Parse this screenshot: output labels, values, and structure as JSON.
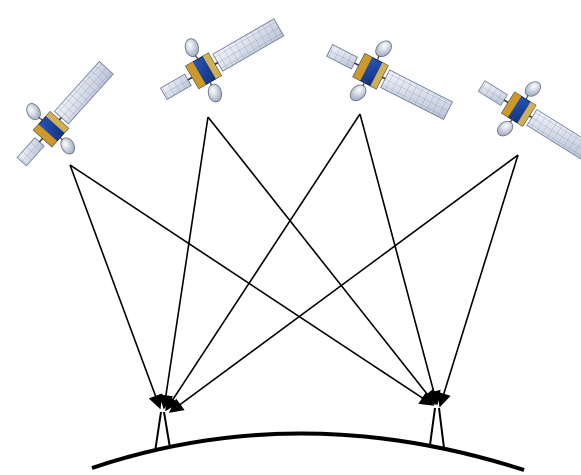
{
  "diagram": {
    "satellites": [
      {
        "name": "satellite-1"
      },
      {
        "name": "satellite-2"
      },
      {
        "name": "satellite-3"
      },
      {
        "name": "satellite-4"
      }
    ],
    "receivers": [
      {
        "name": "receiver-left"
      },
      {
        "name": "receiver-right"
      }
    ],
    "colors": {
      "background": "#ffffff",
      "lines": "#000000",
      "panel": "#e6eaf2",
      "panel_grid": "#7d8aa6",
      "body_blue": "#1a3f9a",
      "body_gold": "#e0a11a",
      "dish": "#d6dbe6"
    }
  }
}
